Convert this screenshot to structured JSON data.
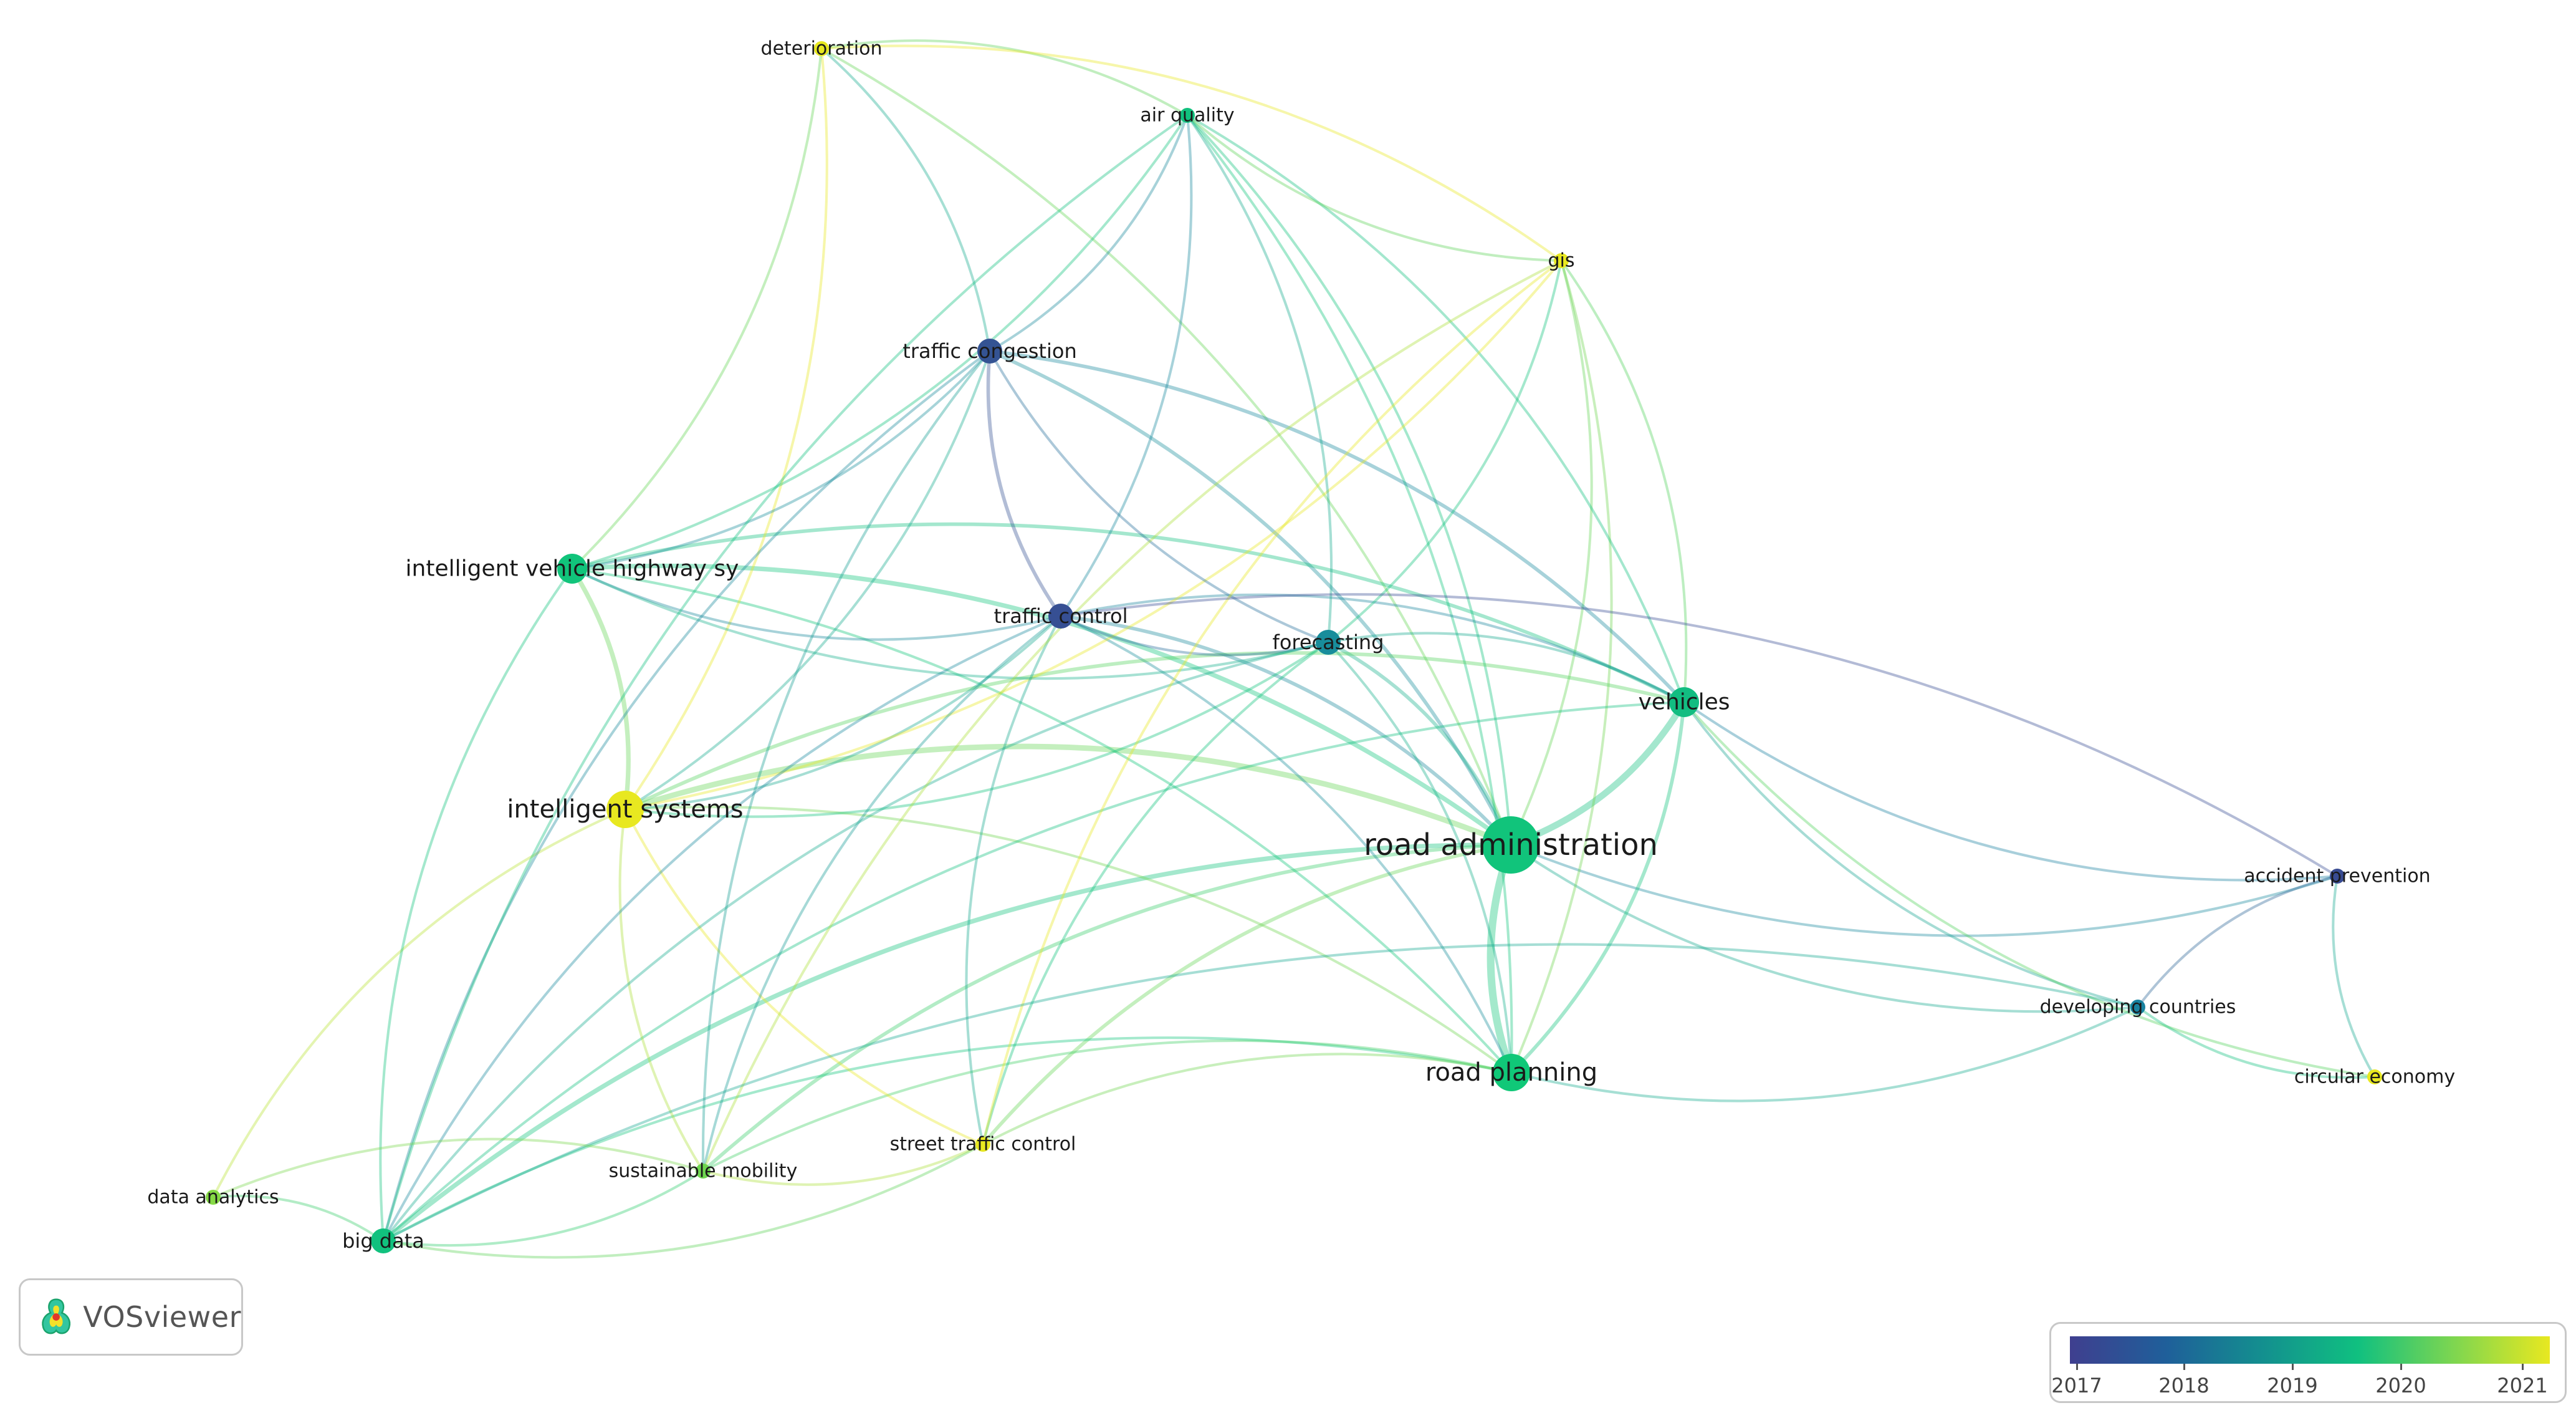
{
  "app": {
    "name": "VOSviewer"
  },
  "legend": {
    "years": [
      "2017",
      "2018",
      "2019",
      "2020",
      "2021"
    ],
    "gradient": [
      "#3f3f8f",
      "#1f5f9a",
      "#138f8f",
      "#10c080",
      "#7ed650",
      "#e8e820"
    ]
  },
  "nodes": [
    {
      "id": "deterioration",
      "label": "deterioration",
      "year": 2021.0,
      "weight": 1
    },
    {
      "id": "air_quality",
      "label": "air quality",
      "year": 2019.8,
      "weight": 1
    },
    {
      "id": "gis",
      "label": "gis",
      "year": 2021.0,
      "weight": 1
    },
    {
      "id": "traffic_congestion",
      "label": "traffic congestion",
      "year": 2017.5,
      "weight": 2
    },
    {
      "id": "intelligent_vehicle",
      "label": "intelligent vehicle highway sy",
      "year": 2019.9,
      "weight": 3
    },
    {
      "id": "traffic_control",
      "label": "traffic control",
      "year": 2017.4,
      "weight": 2
    },
    {
      "id": "forecasting",
      "label": "forecasting",
      "year": 2018.7,
      "weight": 2
    },
    {
      "id": "vehicles",
      "label": "vehicles",
      "year": 2019.7,
      "weight": 3
    },
    {
      "id": "intelligent_systems",
      "label": "intelligent systems",
      "year": 2021.0,
      "weight": 4
    },
    {
      "id": "road_administration",
      "label": "road administration",
      "year": 2019.9,
      "weight": 6
    },
    {
      "id": "accident_prevention",
      "label": "accident prevention",
      "year": 2017.3,
      "weight": 1
    },
    {
      "id": "developing_countries",
      "label": "developing countries",
      "year": 2018.5,
      "weight": 1
    },
    {
      "id": "road_planning",
      "label": "road planning",
      "year": 2020.0,
      "weight": 4
    },
    {
      "id": "circular_economy",
      "label": "circular economy",
      "year": 2021.0,
      "weight": 1
    },
    {
      "id": "street_traffic_control",
      "label": "street traffic control",
      "year": 2021.0,
      "weight": 1
    },
    {
      "id": "sustainable_mobility",
      "label": "sustainable mobility",
      "year": 2020.5,
      "weight": 1
    },
    {
      "id": "data_analytics",
      "label": "data analytics",
      "year": 2020.6,
      "weight": 1
    },
    {
      "id": "big_data",
      "label": "big data",
      "year": 2019.8,
      "weight": 2
    }
  ],
  "edges": [
    [
      "road_administration",
      "road_planning",
      6
    ],
    [
      "road_administration",
      "vehicles",
      5
    ],
    [
      "road_administration",
      "intelligent_systems",
      4
    ],
    [
      "road_administration",
      "intelligent_vehicle",
      3
    ],
    [
      "road_administration",
      "traffic_congestion",
      2
    ],
    [
      "road_administration",
      "traffic_control",
      2
    ],
    [
      "road_administration",
      "forecasting",
      2
    ],
    [
      "road_administration",
      "big_data",
      3
    ],
    [
      "road_administration",
      "sustainable_mobility",
      2
    ],
    [
      "road_administration",
      "street_traffic_control",
      2
    ],
    [
      "road_administration",
      "developing_countries",
      1
    ],
    [
      "road_administration",
      "accident_prevention",
      1
    ],
    [
      "road_administration",
      "air_quality",
      1
    ],
    [
      "road_administration",
      "gis",
      1
    ],
    [
      "road_administration",
      "deterioration",
      1
    ],
    [
      "road_planning",
      "vehicles",
      2
    ],
    [
      "road_planning",
      "intelligent_vehicle",
      1
    ],
    [
      "road_planning",
      "intelligent_systems",
      1
    ],
    [
      "road_planning",
      "big_data",
      1
    ],
    [
      "road_planning",
      "air_quality",
      1
    ],
    [
      "road_planning",
      "gis",
      1
    ],
    [
      "road_planning",
      "traffic_control",
      1
    ],
    [
      "road_planning",
      "forecasting",
      1
    ],
    [
      "road_planning",
      "sustainable_mobility",
      1
    ],
    [
      "road_planning",
      "street_traffic_control",
      1
    ],
    [
      "road_planning",
      "developing_countries",
      1
    ],
    [
      "vehicles",
      "intelligent_vehicle",
      2
    ],
    [
      "vehicles",
      "traffic_congestion",
      2
    ],
    [
      "vehicles",
      "traffic_control",
      1
    ],
    [
      "vehicles",
      "forecasting",
      1
    ],
    [
      "vehicles",
      "intelligent_systems",
      2
    ],
    [
      "vehicles",
      "air_quality",
      1
    ],
    [
      "vehicles",
      "gis",
      1
    ],
    [
      "vehicles",
      "accident_prevention",
      1
    ],
    [
      "vehicles",
      "developing_countries",
      1
    ],
    [
      "vehicles",
      "big_data",
      1
    ],
    [
      "vehicles",
      "circular_economy",
      1
    ],
    [
      "intelligent_systems",
      "intelligent_vehicle",
      3
    ],
    [
      "intelligent_systems",
      "traffic_control",
      1
    ],
    [
      "intelligent_systems",
      "traffic_congestion",
      1
    ],
    [
      "intelligent_systems",
      "street_traffic_control",
      1
    ],
    [
      "intelligent_systems",
      "sustainable_mobility",
      1
    ],
    [
      "intelligent_systems",
      "data_analytics",
      1
    ],
    [
      "intelligent_systems",
      "gis",
      1
    ],
    [
      "intelligent_systems",
      "deterioration",
      1
    ],
    [
      "intelligent_systems",
      "forecasting",
      1
    ],
    [
      "intelligent_vehicle",
      "traffic_congestion",
      1
    ],
    [
      "intelligent_vehicle",
      "traffic_control",
      1
    ],
    [
      "intelligent_vehicle",
      "air_quality",
      1
    ],
    [
      "intelligent_vehicle",
      "deterioration",
      1
    ],
    [
      "intelligent_vehicle",
      "big_data",
      1
    ],
    [
      "intelligent_vehicle",
      "forecasting",
      1
    ],
    [
      "traffic_congestion",
      "traffic_control",
      2
    ],
    [
      "traffic_congestion",
      "forecasting",
      1
    ],
    [
      "traffic_congestion",
      "air_quality",
      1
    ],
    [
      "traffic_congestion",
      "deterioration",
      1
    ],
    [
      "traffic_congestion",
      "sustainable_mobility",
      1
    ],
    [
      "traffic_congestion",
      "big_data",
      1
    ],
    [
      "traffic_control",
      "forecasting",
      1
    ],
    [
      "traffic_control",
      "air_quality",
      1
    ],
    [
      "traffic_control",
      "big_data",
      1
    ],
    [
      "traffic_control",
      "street_traffic_control",
      1
    ],
    [
      "traffic_control",
      "sustainable_mobility",
      1
    ],
    [
      "forecasting",
      "air_quality",
      1
    ],
    [
      "forecasting",
      "gis",
      1
    ],
    [
      "forecasting",
      "big_data",
      1
    ],
    [
      "forecasting",
      "street_traffic_control",
      1
    ],
    [
      "air_quality",
      "deterioration",
      1
    ],
    [
      "air_quality",
      "gis",
      1
    ],
    [
      "air_quality",
      "big_data",
      1
    ],
    [
      "gis",
      "deterioration",
      1
    ],
    [
      "gis",
      "sustainable_mobility",
      1
    ],
    [
      "gis",
      "street_traffic_control",
      1
    ],
    [
      "accident_prevention",
      "developing_countries",
      1
    ],
    [
      "accident_prevention",
      "circular_economy",
      1
    ],
    [
      "accident_prevention",
      "traffic_control",
      1
    ],
    [
      "developing_countries",
      "circular_economy",
      1
    ],
    [
      "developing_countries",
      "big_data",
      1
    ],
    [
      "big_data",
      "data_analytics",
      1
    ],
    [
      "big_data",
      "sustainable_mobility",
      1
    ],
    [
      "big_data",
      "street_traffic_control",
      1
    ],
    [
      "sustainable_mobility",
      "data_analytics",
      1
    ],
    [
      "sustainable_mobility",
      "street_traffic_control",
      1
    ]
  ]
}
